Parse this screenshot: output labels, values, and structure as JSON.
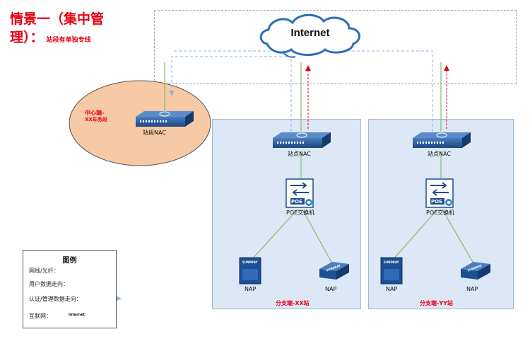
{
  "title": {
    "line1": "情景一（集中管",
    "line2": "理）：",
    "subtitle": "站段有单独专线"
  },
  "internet_label": "Internet",
  "center": {
    "label_line1": "中心端-",
    "label_line2": "XX车务段",
    "device_label": "站段NAC"
  },
  "branches": [
    {
      "name": "分支端-XX站",
      "nac_label": "站点NAC",
      "poe_label": "POE交换机",
      "poe_badge": "POE",
      "nap_labels": [
        "NAP",
        "NAP"
      ],
      "nap_brand": "SUNDRAY"
    },
    {
      "name": "分支端-YY站",
      "nac_label": "站点NAC",
      "poe_label": "POE交换机",
      "poe_badge": "POE",
      "nap_labels": [
        "NAP",
        "NAP"
      ],
      "nap_brand": "SUNDRAY"
    }
  ],
  "legend": {
    "title": "图例",
    "items": [
      {
        "label": "网线/光纤：",
        "style": "green-line"
      },
      {
        "label": "用户数据走向：",
        "style": "red-dashed-arrow"
      },
      {
        "label": "认证/管理数据走向：",
        "style": "blue-dashed-arrow"
      },
      {
        "label": "互联网：",
        "style": "cloud-icon"
      }
    ],
    "cloud_text": "Internet"
  },
  "colors": {
    "title_red": "#e60012",
    "cable_green": "#7fbf6a",
    "user_data_red": "#e60012",
    "auth_blue": "#8fb4e0",
    "branch_bg": "#dce8f5",
    "center_bg": "#f7c9a5",
    "device_navy": "#1f4e8c"
  }
}
